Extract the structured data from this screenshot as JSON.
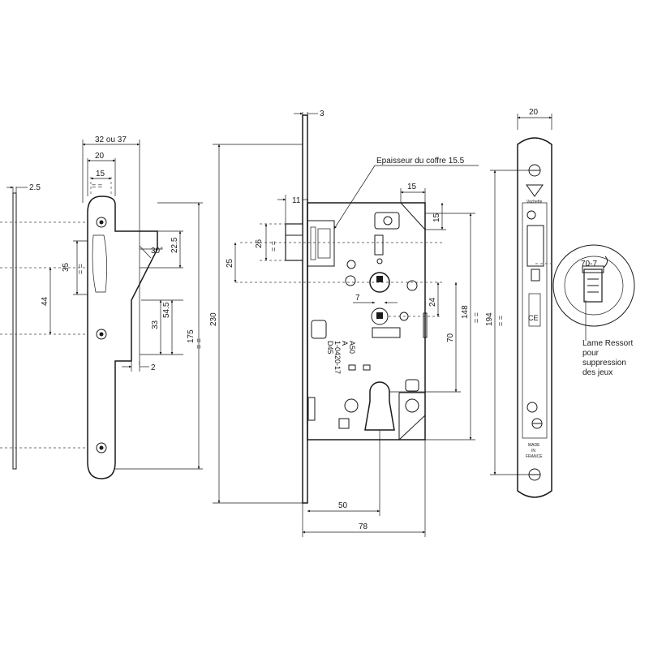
{
  "dimensions": {
    "front_thickness": "2.5",
    "front_width_total": "32 ou 37",
    "front_width": "20",
    "front_inner": "15",
    "strike_angle": "30°",
    "strike_top": "22.5",
    "strike_spacing": "35",
    "strike_44": "44",
    "strike_54": "54.5",
    "strike_33": "33",
    "strike_175": "175",
    "strike_2": "2",
    "strike_eq": "=",
    "body_front": "3",
    "latch_projection": "11",
    "latch_height": "26",
    "latch_offset": "25",
    "body_height": "230",
    "top_offset": "15",
    "right_15": "15",
    "spindle_7": "7",
    "dim_24": "24",
    "dim_148": "148",
    "dim_70": "70",
    "backset": "50",
    "body_depth": "78",
    "faceplate_width": "20",
    "faceplate_height": "194",
    "detail_size": "70-7"
  },
  "labels": {
    "coffre": "Epaisseur du coffre 15.5",
    "ressort": [
      "Lame Ressort",
      "pour",
      "suppression",
      "des jeux"
    ],
    "brand": "Vachette",
    "made_in": [
      "MADE",
      "IN",
      "FRANCE"
    ],
    "ce_mark": "CE",
    "stamp": [
      "D45",
      "1-0420-17",
      "A",
      "A50"
    ]
  }
}
